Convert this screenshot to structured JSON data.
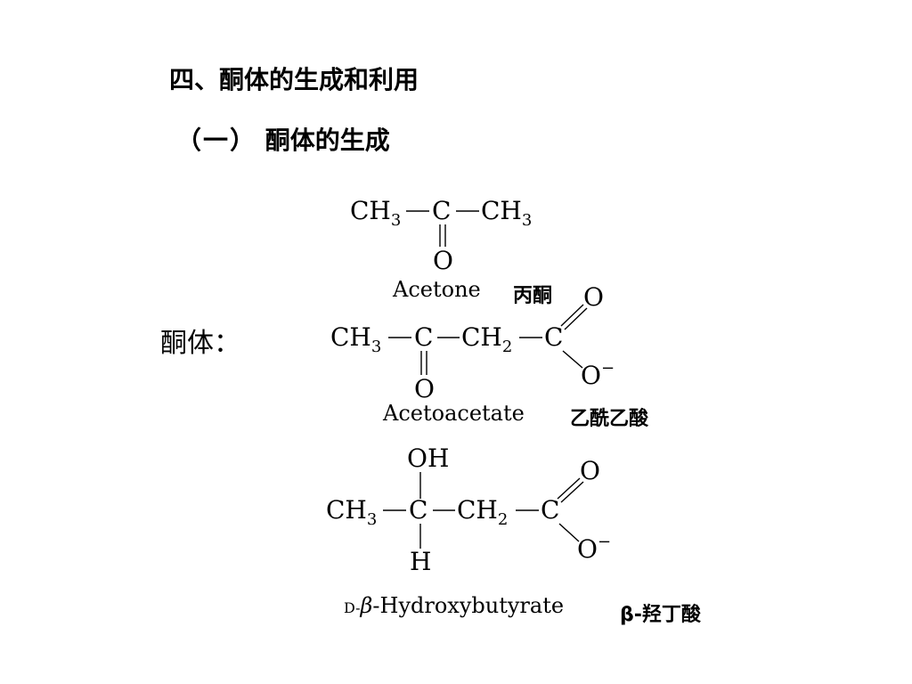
{
  "heading": {
    "section": "四、酮体的生成和利用",
    "subsection_paren": "（一）",
    "subsection_title": "酮体的生成"
  },
  "ketone_bodies_label": "酮体：",
  "compounds": [
    {
      "name_en": "Acetone",
      "name_cn": "丙酮",
      "formula": {
        "left": "CH",
        "sub": "3",
        "center": "C",
        "right": "CH",
        "right_sub": "3",
        "down": "O"
      }
    },
    {
      "name_en": "Acetoacetate",
      "name_cn": "乙酰乙酸",
      "formula": {
        "left": "CH",
        "sub": "3",
        "center": "C",
        "down": "O",
        "mid": "CH",
        "mid_sub": "2",
        "end": "C",
        "end_up": "O",
        "end_down": "O",
        "charge": "−"
      }
    },
    {
      "name_prefix": "D-",
      "name_beta": "β",
      "name_en": "-Hydroxybutyrate",
      "name_cn": "β-羟丁酸",
      "formula": {
        "up": "OH",
        "left": "CH",
        "sub": "3",
        "center": "C",
        "down": "H",
        "mid": "CH",
        "mid_sub": "2",
        "end": "C",
        "end_up": "O",
        "end_down": "O",
        "charge": "−"
      }
    }
  ]
}
